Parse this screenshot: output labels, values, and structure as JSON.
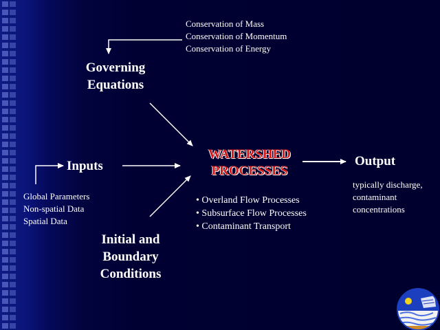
{
  "conservation_laws": [
    "Conservation of Mass",
    "Conservation of Momentum",
    "Conservation of Energy"
  ],
  "governing_equations": [
    "Governing",
    "Equations"
  ],
  "inputs": "Inputs",
  "input_types": [
    "Global Parameters",
    "Non-spatial Data",
    "Spatial Data"
  ],
  "initial_boundary": [
    "Initial and",
    "Boundary",
    "Conditions"
  ],
  "watershed_processes": [
    "WATERSHED",
    "PROCESSES"
  ],
  "processes": [
    "• Overland Flow Processes",
    "• Subsurface Flow Processes",
    "• Contaminant Transport"
  ],
  "output": "Output",
  "output_desc": [
    "typically discharge,",
    "contaminant",
    "concentrations"
  ],
  "colors": {
    "background": "#00002e",
    "text": "#ffffff",
    "watershed_title": "#d01818"
  },
  "icons": [
    "arrow-icon",
    "logo-icon"
  ]
}
